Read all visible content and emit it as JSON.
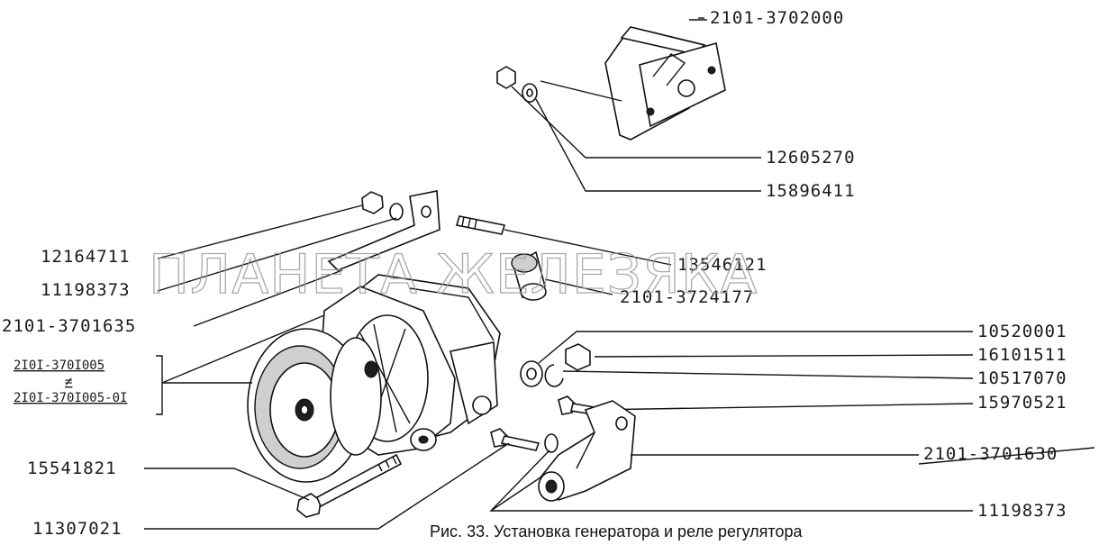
{
  "caption": "Рис. 33. Установка генератора и реле регулятора",
  "watermark": "ПЛАНЕТА ЖЕЛЕЗЯКА",
  "labels": {
    "regulator": "2101-3702000",
    "washer_12605270": "12605270",
    "nut_15896411": "15896411",
    "nut_12164711": "12164711",
    "washer_11198373_top": "11198373",
    "bracket_2101_3701635": "2101-3701635",
    "stud_13546121": "13546121",
    "bushing_2101_3724177": "2101-3724177",
    "washer_10520001": "10520001",
    "nut_16101511": "16101511",
    "washer_10517070": "10517070",
    "bolt_15970521": "15970521",
    "bracket_2101_3701630": "2101-3701630",
    "bolt_15541821": "15541821",
    "washer_11198373_bottom": "11198373",
    "bolt_11307021": "11307021"
  },
  "generator_variants": {
    "first": "2I0I-370I005",
    "separator": "≠",
    "second": "2I0I-370I005-0I"
  }
}
